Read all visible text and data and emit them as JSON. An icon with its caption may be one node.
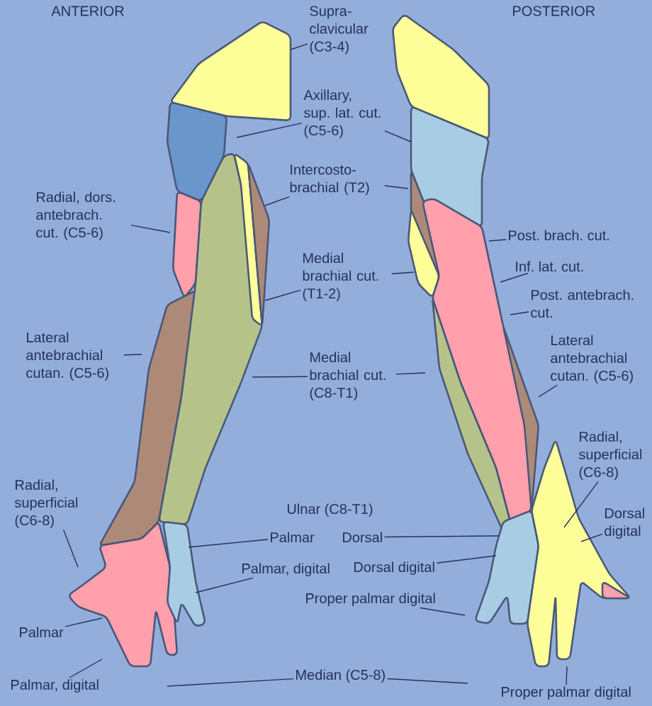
{
  "diagram": {
    "nodes": [
      {
        "text": [
          "Supra- clavicular (C3-4)"
        ]
      },
      {
        "text": [
          "Axillary, sup. lat. cut. (C5-6)"
        ]
      },
      {
        "text": [
          "Intercosto- brachial (T2)"
        ]
      },
      {
        "text": [
          "Radial, dors. antebrach. cut. (C5-6)"
        ]
      },
      {
        "text": [
          "Medial brachial cut. (T1-2)"
        ]
      },
      {
        "text": [
          "Post. brach. cut."
        ]
      },
      {
        "text": [
          "Inf. lat. cut."
        ]
      },
      {
        "text": [
          "Post. antebrach. cut."
        ]
      },
      {
        "text": [
          "Lateral antebrachial cutan. (C5-6)"
        ]
      },
      {
        "text": [
          "Medial brachial cut. (C8-T1)"
        ]
      },
      {
        "text": [
          "Lateral antebrachial cutan. (C5-6)"
        ]
      },
      {
        "text": [
          "Radial, superficial (C6-8)"
        ]
      },
      {
        "text": [
          "Radial, superficial (C6-8)"
        ]
      },
      {
        "text": [
          "Palmar"
        ]
      },
      {
        "text": [
          "Palmar, digital"
        ]
      },
      {
        "text": [
          "Dorsal"
        ]
      },
      {
        "text": [
          "Dorsal digital"
        ]
      },
      {
        "text": [
          "Dorsal digital"
        ]
      },
      {
        "text": [
          "Proper palmar digital"
        ]
      },
      {
        "text": [
          "Palmar"
        ]
      },
      {
        "text": [
          "Palmar, digital"
        ]
      },
      {
        "text": [
          "Median (C5-8)"
        ]
      },
      {
        "text": [
          "Proper palmar digital"
        ]
      }
    ],
    "edges": [
      {
        "from": 0,
        "to": null,
        "arrow": "none"
      },
      {
        "from": 1,
        "to": null,
        "arrow": "none"
      },
      {
        "from": 1,
        "to": null,
        "arrow": "none"
      },
      {
        "from": 2,
        "to": null,
        "arrow": "none"
      },
      {
        "from": 2,
        "to": null,
        "arrow": "none"
      },
      {
        "from": 3,
        "to": null,
        "arrow": "none"
      },
      {
        "from": 4,
        "to": null,
        "arrow": "none"
      },
      {
        "from": 4,
        "to": null,
        "arrow": "none"
      },
      {
        "from": 5,
        "to": null,
        "arrow": "none"
      },
      {
        "from": 6,
        "to": null,
        "arrow": "none"
      },
      {
        "from": 7,
        "to": null,
        "arrow": "none"
      },
      {
        "from": 8,
        "to": null,
        "arrow": "none"
      },
      {
        "from": 9,
        "to": null,
        "arrow": "none"
      },
      {
        "from": 9,
        "to": null,
        "arrow": "none"
      },
      {
        "from": 10,
        "to": null,
        "arrow": "none"
      },
      {
        "from": 11,
        "to": null,
        "arrow": "none"
      },
      {
        "from": 12,
        "to": null,
        "arrow": "none"
      },
      {
        "from": 13,
        "to": null,
        "arrow": "none"
      },
      {
        "from": 14,
        "to": null,
        "arrow": "none"
      },
      {
        "from": 15,
        "to": null,
        "arrow": "none"
      },
      {
        "from": 16,
        "to": null,
        "arrow": "none"
      },
      {
        "from": 17,
        "to": null,
        "arrow": "none"
      },
      {
        "from": 18,
        "to": null,
        "arrow": "none"
      },
      {
        "from": 19,
        "to": null,
        "arrow": "none"
      },
      {
        "from": 20,
        "to": null,
        "arrow": "none"
      },
      {
        "from": 21,
        "to": null,
        "arrow": "none"
      },
      {
        "from": 21,
        "to": null,
        "arrow": "none"
      },
      {
        "from": 22,
        "to": null,
        "arrow": "none"
      }
    ],
    "labels": [
      "ANTERIOR",
      "POSTERIOR",
      "Ulnar (C8-T1)"
    ]
  }
}
